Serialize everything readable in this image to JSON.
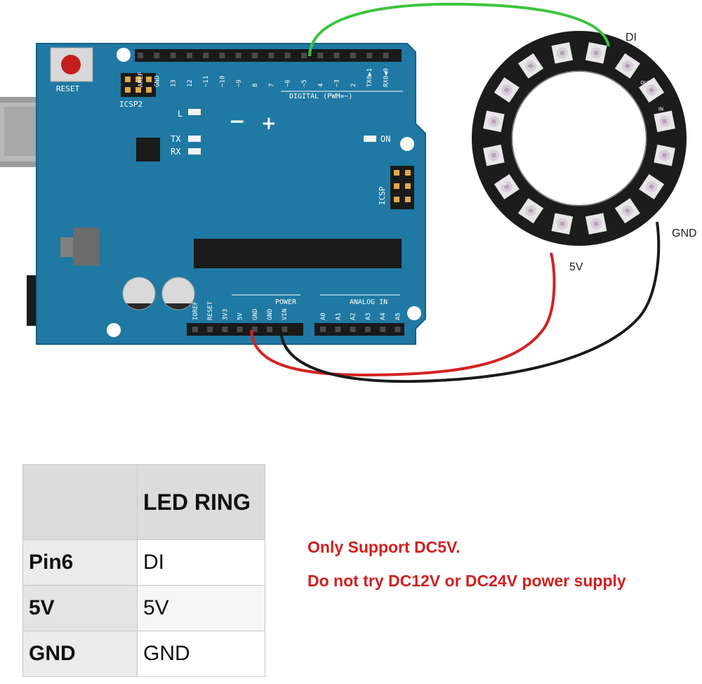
{
  "board": {
    "reset_label": "RESET",
    "icsp2_label": "ICSP2",
    "icsp_label": "ICSP",
    "digital_header_label": "DIGITAL (PWM=~)",
    "digital_pins": [
      "AREF",
      "GND",
      "13",
      "12",
      "~11",
      "~10",
      "~9",
      "8",
      "7",
      "~6",
      "~5",
      "4",
      "~3",
      "2",
      "TX0▶1",
      "RX0◀0"
    ],
    "led_l_label": "L",
    "tx_label": "TX",
    "rx_label": "RX",
    "on_label": "ON",
    "power_header_label": "POWER",
    "analog_header_label": "ANALOG IN",
    "power_pins": [
      "IOREF",
      "RESET",
      "3V3",
      "5V",
      "GND",
      "GND",
      "VIN"
    ],
    "analog_pins": [
      "A0",
      "A1",
      "A2",
      "A3",
      "A4",
      "A5"
    ],
    "minus_label": "−",
    "plus_label": "+"
  },
  "ring": {
    "led_count": 16,
    "pad_labels": [
      "IN",
      "OUT",
      "G",
      "V"
    ]
  },
  "wires": [
    {
      "label": "DI",
      "color": "#3cc43c"
    },
    {
      "label": "GND",
      "color": "#1a1a1a"
    },
    {
      "label": "5V",
      "color": "#d42222"
    }
  ],
  "table": {
    "header": [
      "",
      "LED RING"
    ],
    "rows": [
      {
        "pin": "Pin6",
        "ring": "DI"
      },
      {
        "pin": "5V",
        "ring": "5V"
      },
      {
        "pin": "GND",
        "ring": "GND"
      }
    ]
  },
  "notice": {
    "line1": "Only Support DC5V.",
    "line2": "Do not try DC12V or DC24V power supply"
  },
  "colors": {
    "pcb": "#1f79a3",
    "pcb_edge": "#176088",
    "ring_board": "#1c1c1c",
    "led": "#e8e6e8",
    "notice": "#d21f1f"
  }
}
